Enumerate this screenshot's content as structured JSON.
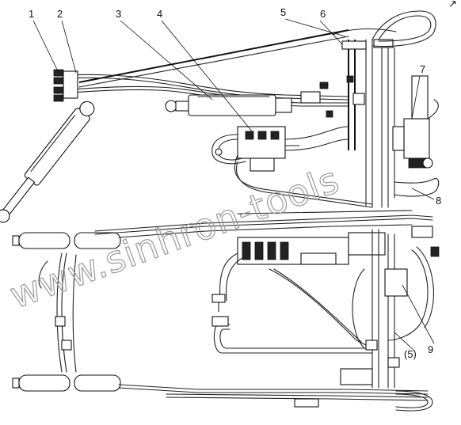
{
  "callouts": {
    "c1": "1",
    "c2": "2",
    "c3": "3",
    "c4": "4",
    "c5": "5",
    "c6": "6",
    "c7": "7",
    "c8": "8",
    "c9": "9",
    "c5b": "(5)"
  },
  "watermark": "www.sinhron-tools",
  "corner_mark": "↗"
}
